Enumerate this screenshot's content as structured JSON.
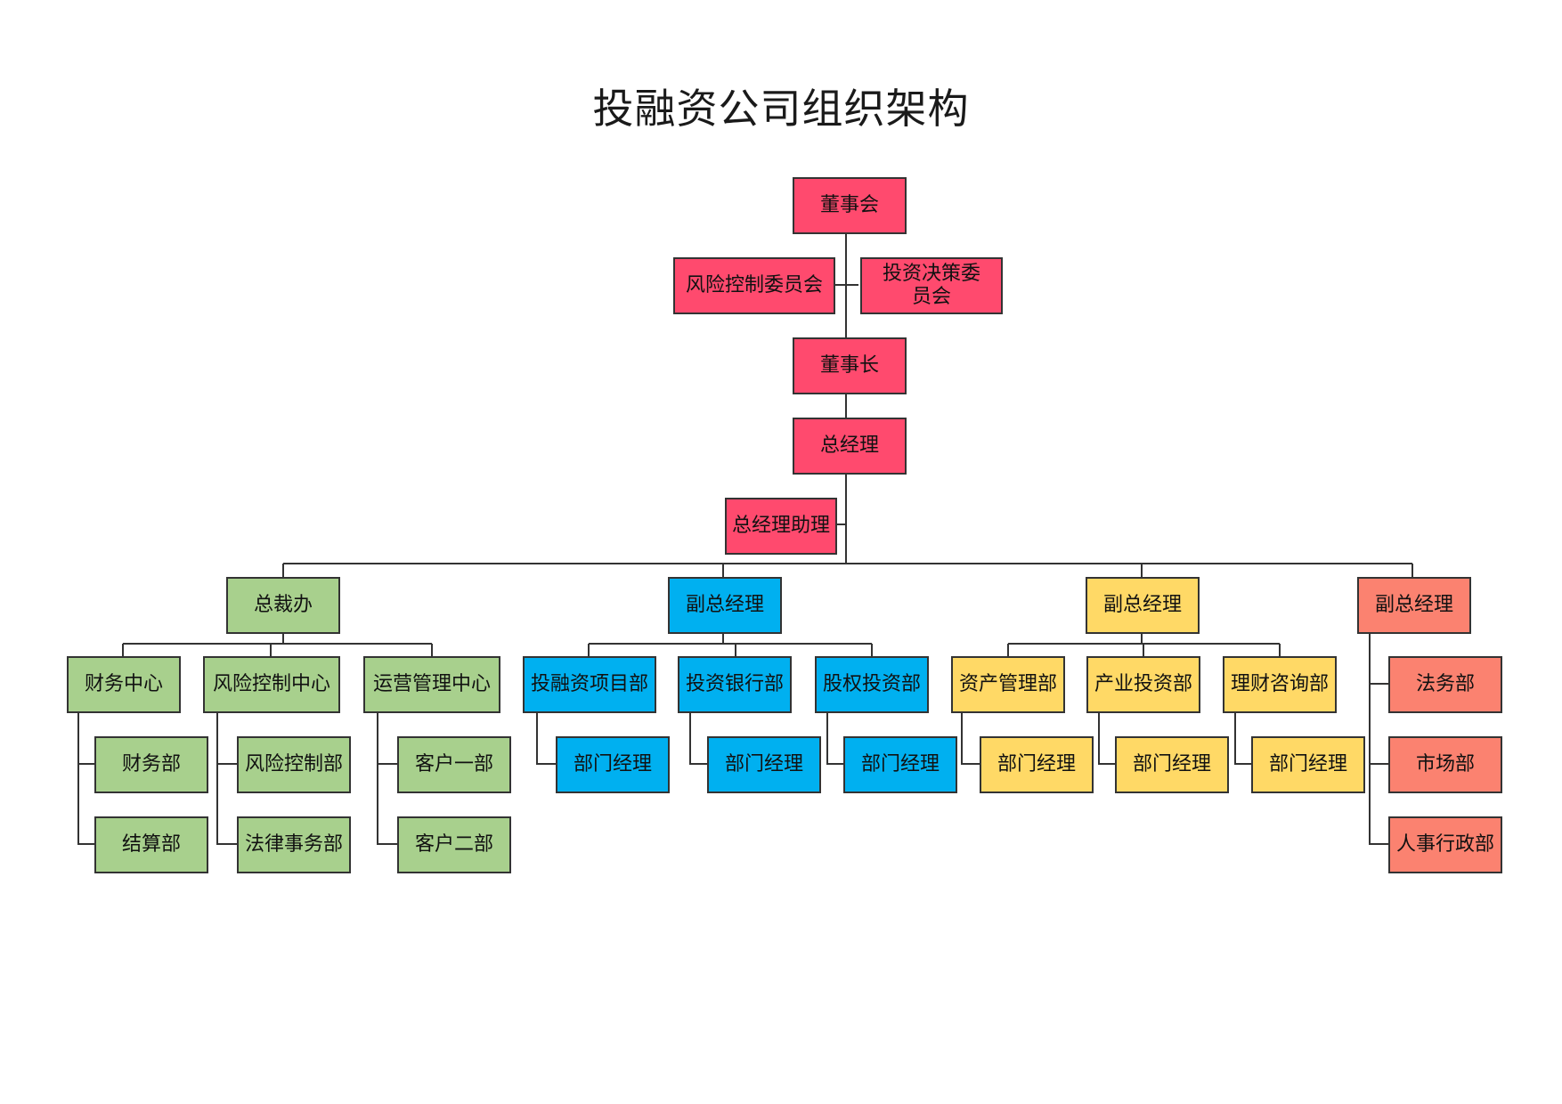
{
  "title": "投融资公司组织架构",
  "colors": {
    "red": "#ff4a6e",
    "green": "#a8d08d",
    "blue": "#00b0f0",
    "yellow": "#ffd966",
    "salmon": "#fb8270",
    "line": "#333333"
  },
  "top": {
    "board": "董事会",
    "risk_committee": "风险控制委员会",
    "investment_committee": "投资决策委员会",
    "chairman": "董事长",
    "gm": "总经理",
    "gm_assistant": "总经理助理"
  },
  "branches": {
    "president_office": {
      "label": "总裁办",
      "groups": [
        {
          "label": "财务中心",
          "children": [
            "财务部",
            "结算部"
          ]
        },
        {
          "label": "风险控制中心",
          "children": [
            "风险控制部",
            "法律事务部"
          ]
        },
        {
          "label": "运营管理中心",
          "children": [
            "客户一部",
            "客户二部"
          ]
        }
      ]
    },
    "vp_blue": {
      "label": "副总经理",
      "groups": [
        {
          "label": "投融资项目部",
          "children": [
            "部门经理"
          ]
        },
        {
          "label": "投资银行部",
          "children": [
            "部门经理"
          ]
        },
        {
          "label": "股权投资部",
          "children": [
            "部门经理"
          ]
        }
      ]
    },
    "vp_yellow": {
      "label": "副总经理",
      "groups": [
        {
          "label": "资产管理部",
          "children": [
            "部门经理"
          ]
        },
        {
          "label": "产业投资部",
          "children": [
            "部门经理"
          ]
        },
        {
          "label": "理财咨询部",
          "children": [
            "部门经理"
          ]
        }
      ]
    },
    "vp_salmon": {
      "label": "副总经理",
      "children": [
        "法务部",
        "市场部",
        "人事行政部"
      ]
    }
  }
}
